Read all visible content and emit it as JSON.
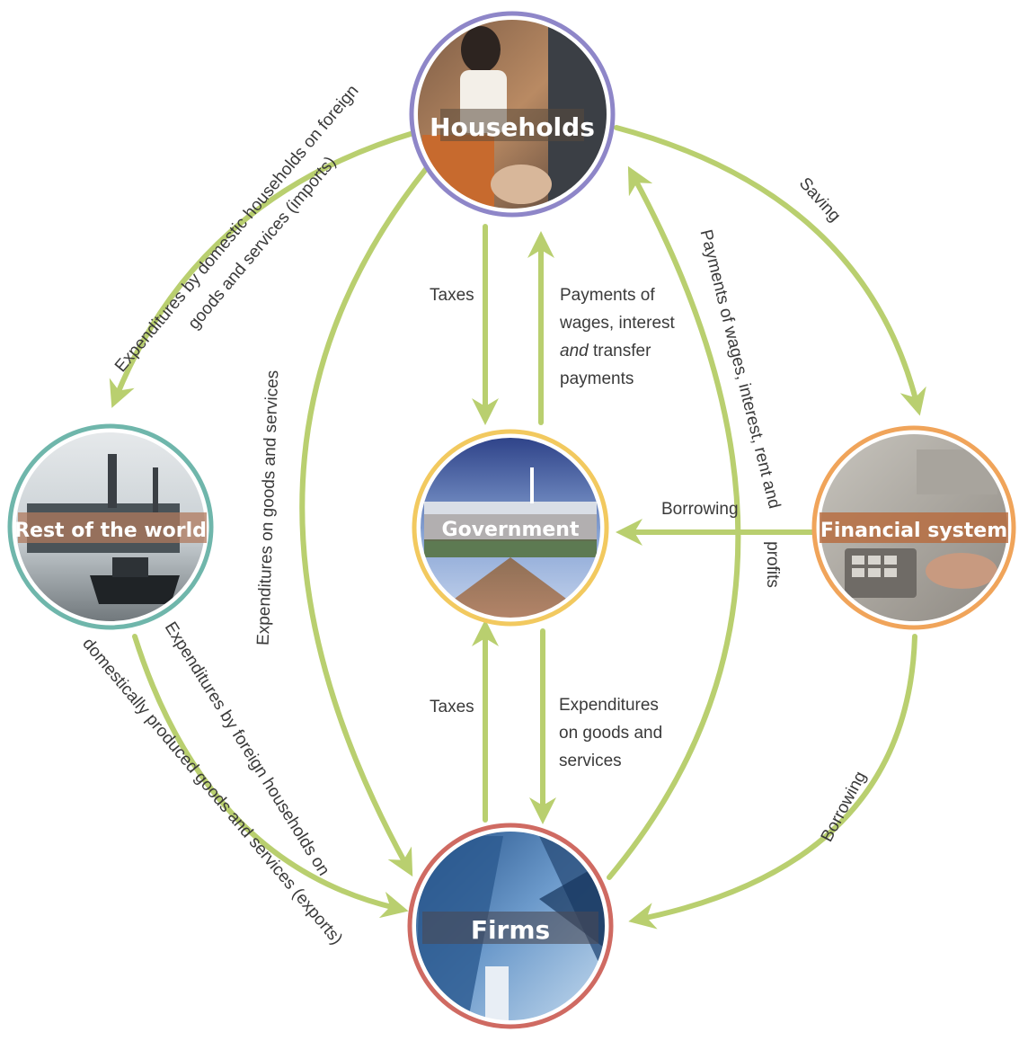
{
  "nodes": {
    "households": "Households",
    "rest_of_world": "Rest of the world",
    "government": "Government",
    "financial_system": "Financial system",
    "firms": "Firms"
  },
  "flows": {
    "imports": "Expenditures by domestic households on foreign",
    "imports_line2": "goods and services (imports)",
    "exports": "Expenditures by foreign households on",
    "exports_line2": "domestically produced goods and services (exports)",
    "hh_expenditures": "Expenditures on goods and services",
    "taxes_households": "Taxes",
    "payments_government_l1": "Payments of",
    "payments_government_l2": "wages, interest",
    "payments_government_l3_em": "and",
    "payments_government_l3_rest": " transfer",
    "payments_government_l4": "payments",
    "taxes_firms": "Taxes",
    "gov_expenditures_l1": "Expenditures",
    "gov_expenditures_l2": "on goods and",
    "gov_expenditures_l3": "services",
    "borrowing_government": "Borrowing",
    "payments_firms": "Payments of wages, interest, rent and",
    "payments_firms_line2": "profits",
    "saving": "Saving",
    "borrowing_firms": "Borrowing"
  },
  "colors": {
    "arrow": "#b9cf6f",
    "households_ring": "#8e86c8",
    "rest_of_world_ring": "#6fb6ab",
    "government_ring": "#f2c95f",
    "financial_ring": "#f0a45a",
    "firms_ring": "#cf6a62"
  }
}
